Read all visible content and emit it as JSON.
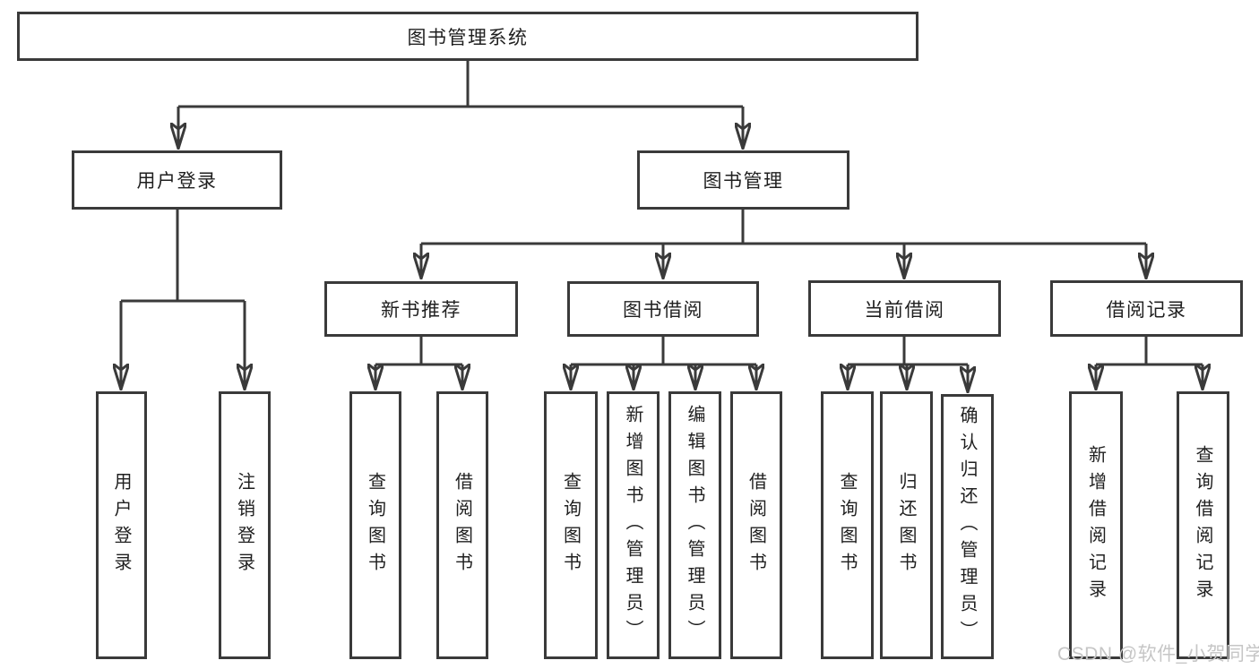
{
  "diagram": {
    "root": {
      "label": "图书管理系统"
    },
    "level2": [
      {
        "label": "用户登录"
      },
      {
        "label": "图书管理"
      }
    ],
    "level3": [
      {
        "label": "新书推荐"
      },
      {
        "label": "图书借阅"
      },
      {
        "label": "当前借阅"
      },
      {
        "label": "借阅记录"
      }
    ],
    "leaves": [
      {
        "label": "用户登录"
      },
      {
        "label": "注销登录"
      },
      {
        "label": "查询图书"
      },
      {
        "label": "借阅图书"
      },
      {
        "label": "查询图书"
      },
      {
        "label": "新增图书（管理员）"
      },
      {
        "label": "编辑图书（管理员）"
      },
      {
        "label": "借阅图书"
      },
      {
        "label": "查询图书"
      },
      {
        "label": "归还图书"
      },
      {
        "label": "确认归还（管理员）"
      },
      {
        "label": "新增借阅记录"
      },
      {
        "label": "查询借阅记录"
      }
    ]
  },
  "watermark": {
    "text": "CSDN @软件_小贺同学"
  },
  "colors": {
    "line": "#3a3a3a",
    "text": "#1f1f1f",
    "watermark": "#c6c6c6"
  }
}
